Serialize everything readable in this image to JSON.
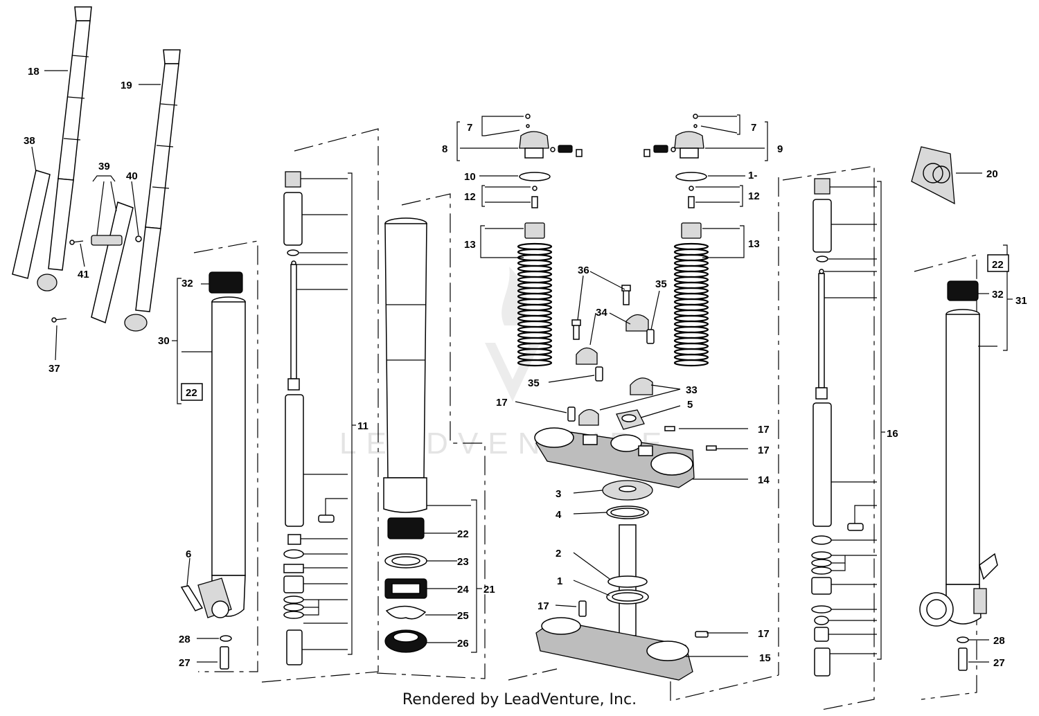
{
  "watermark": "LEADVENTURE",
  "footer": "Rendered by LeadVenture, Inc.",
  "callouts": {
    "c1": "1",
    "c2": "2",
    "c3": "3",
    "c4": "4",
    "c5": "5",
    "c6": "6",
    "c7": "7",
    "c8": "8",
    "c9": "9",
    "c10": "10",
    "c11": "11",
    "c12": "12",
    "c13": "13",
    "c14": "14",
    "c15": "15",
    "c16": "16",
    "c17": "17",
    "c18": "18",
    "c19": "19",
    "c20": "20",
    "c21": "21",
    "c22": "22",
    "c23": "23",
    "c24": "24",
    "c25": "25",
    "c26": "26",
    "c27": "27",
    "c28": "28",
    "c30": "30",
    "c31": "31",
    "c32": "32",
    "c33": "33",
    "c34": "34",
    "c35": "35",
    "c36": "36",
    "c37": "37",
    "c38": "38",
    "c39": "39",
    "c40": "40",
    "c41": "41",
    "c1_partial": "1-"
  }
}
